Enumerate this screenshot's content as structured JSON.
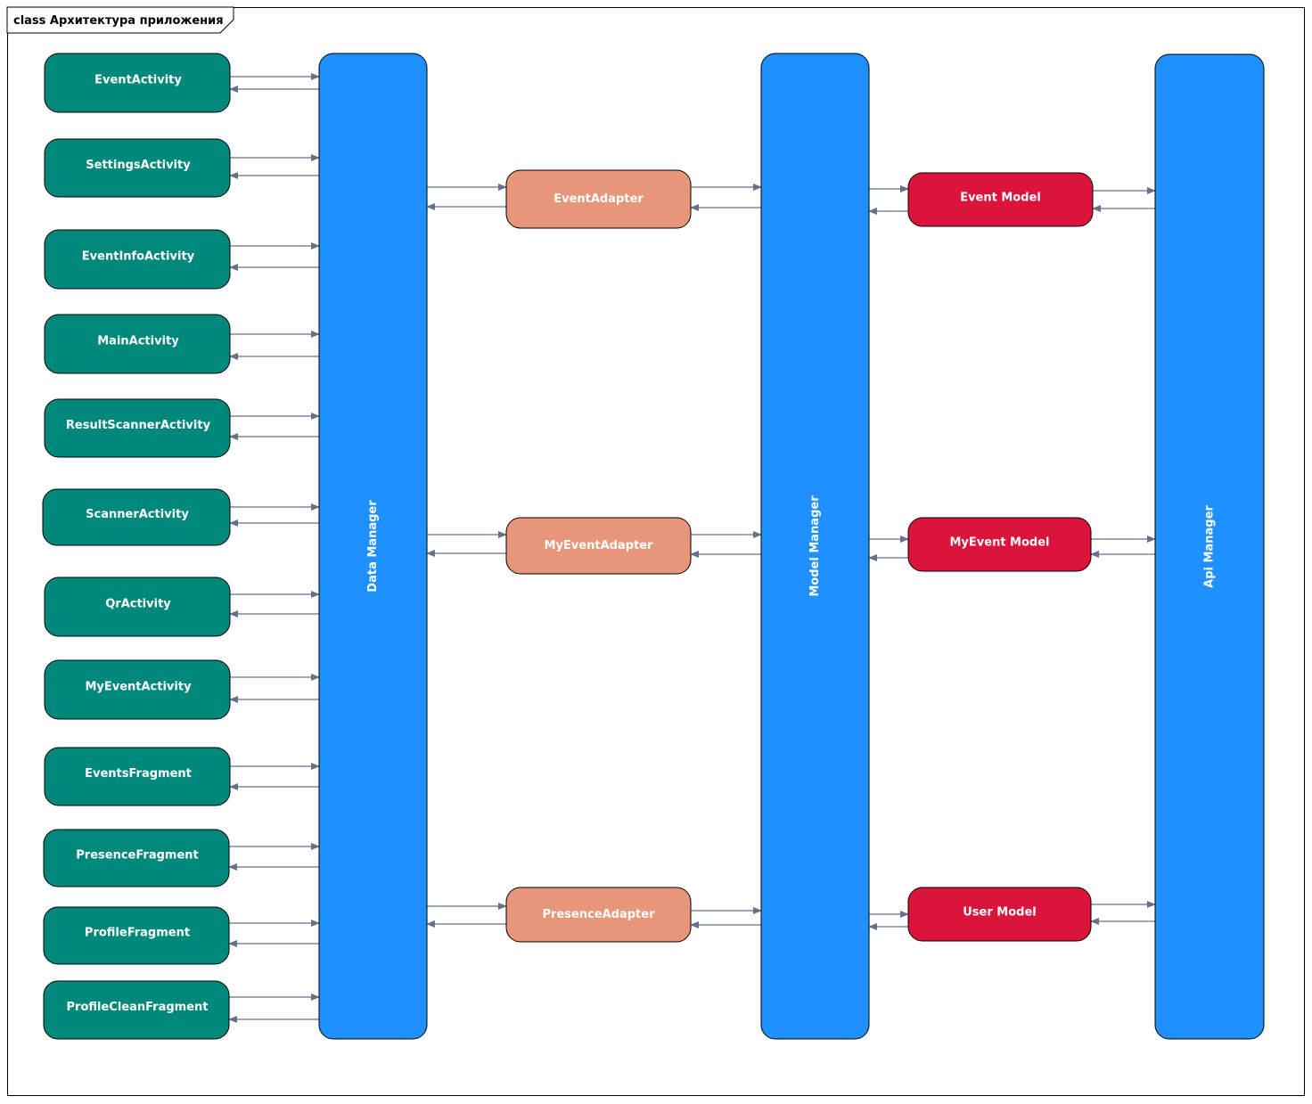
{
  "diagram": {
    "title": "class Архитектура приложения",
    "colors": {
      "activity": "#00897B",
      "manager": "#1E90FF",
      "adapter": "#E8967A",
      "model": "#DC143C",
      "arrow": "#66708A",
      "border": "#000000"
    },
    "managers": [
      {
        "id": "data-manager",
        "label": "Data Manager"
      },
      {
        "id": "model-manager",
        "label": "Model Manager"
      },
      {
        "id": "api-manager",
        "label": "Api Manager"
      }
    ],
    "activities": [
      {
        "id": "event-activity",
        "label": "EventActivity"
      },
      {
        "id": "settings-activity",
        "label": "SettingsActivity"
      },
      {
        "id": "event-info-activity",
        "label": "EventInfoActivity"
      },
      {
        "id": "main-activity",
        "label": "MainActivity"
      },
      {
        "id": "result-scanner-activity",
        "label": "ResultScannerActivity"
      },
      {
        "id": "scanner-activity",
        "label": "ScannerActivity"
      },
      {
        "id": "qr-activity",
        "label": "QrActivity"
      },
      {
        "id": "my-event-activity",
        "label": "MyEventActivity"
      },
      {
        "id": "events-fragment",
        "label": "EventsFragment"
      },
      {
        "id": "presence-fragment",
        "label": "PresenceFragment"
      },
      {
        "id": "profile-fragment",
        "label": "ProfileFragment"
      },
      {
        "id": "profile-clean-fragment",
        "label": "ProfileCleanFragment"
      }
    ],
    "adapters": [
      {
        "id": "event-adapter",
        "label": "EventAdapter"
      },
      {
        "id": "my-event-adapter",
        "label": "MyEventAdapter"
      },
      {
        "id": "presence-adapter",
        "label": "PresenceAdapter"
      }
    ],
    "models": [
      {
        "id": "event-model",
        "label": "Event Model"
      },
      {
        "id": "my-event-model",
        "label": "MyEvent Model"
      },
      {
        "id": "user-model",
        "label": "User Model"
      }
    ]
  }
}
